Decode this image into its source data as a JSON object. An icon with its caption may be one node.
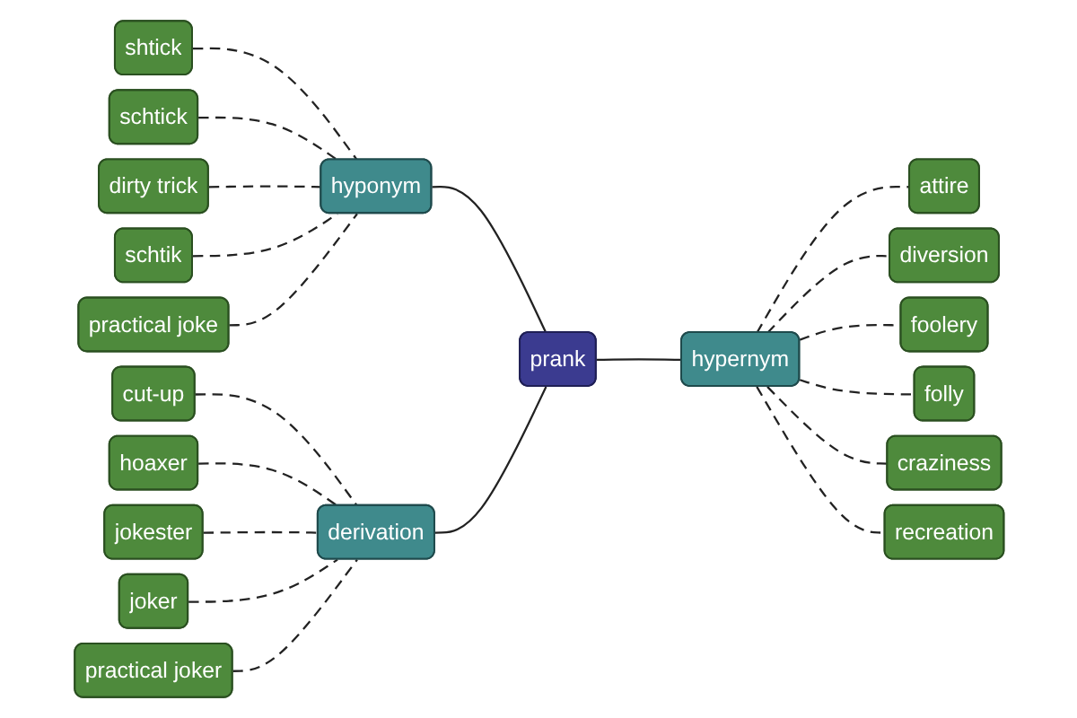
{
  "diagram": {
    "nodes": [
      {
        "text": [
          "prank"
        ]
      },
      {
        "text": [
          "hyponym"
        ]
      },
      {
        "text": [
          "shtick"
        ]
      },
      {
        "text": [
          "schtick"
        ]
      },
      {
        "text": [
          "dirty trick"
        ]
      },
      {
        "text": [
          "schtik"
        ]
      },
      {
        "text": [
          "practical joke"
        ]
      },
      {
        "text": [
          "hypernym"
        ]
      },
      {
        "text": [
          "attire"
        ]
      },
      {
        "text": [
          "diversion"
        ]
      },
      {
        "text": [
          "foolery"
        ]
      },
      {
        "text": [
          "folly"
        ]
      },
      {
        "text": [
          "craziness"
        ]
      },
      {
        "text": [
          "recreation"
        ]
      },
      {
        "text": [
          "derivation"
        ]
      },
      {
        "text": [
          "cut-up"
        ]
      },
      {
        "text": [
          "hoaxer"
        ]
      },
      {
        "text": [
          "jokester"
        ]
      },
      {
        "text": [
          "joker"
        ]
      },
      {
        "text": [
          "practical joker"
        ]
      }
    ],
    "edges": [
      {
        "from": 1,
        "to": 0,
        "arrow": "none"
      },
      {
        "from": 0,
        "to": 7,
        "arrow": "none"
      },
      {
        "from": 14,
        "to": 0,
        "arrow": "none"
      },
      {
        "from": 2,
        "to": 1,
        "arrow": "none",
        "style": "dashed"
      },
      {
        "from": 3,
        "to": 1,
        "arrow": "none",
        "style": "dashed"
      },
      {
        "from": 4,
        "to": 1,
        "arrow": "none",
        "style": "dashed"
      },
      {
        "from": 5,
        "to": 1,
        "arrow": "none",
        "style": "dashed"
      },
      {
        "from": 6,
        "to": 1,
        "arrow": "none",
        "style": "dashed"
      },
      {
        "from": 7,
        "to": 8,
        "arrow": "none",
        "style": "dashed"
      },
      {
        "from": 7,
        "to": 9,
        "arrow": "none",
        "style": "dashed"
      },
      {
        "from": 7,
        "to": 10,
        "arrow": "none",
        "style": "dashed"
      },
      {
        "from": 7,
        "to": 11,
        "arrow": "none",
        "style": "dashed"
      },
      {
        "from": 7,
        "to": 12,
        "arrow": "none",
        "style": "dashed"
      },
      {
        "from": 7,
        "to": 13,
        "arrow": "none",
        "style": "dashed"
      },
      {
        "from": 15,
        "to": 14,
        "arrow": "none",
        "style": "dashed"
      },
      {
        "from": 16,
        "to": 14,
        "arrow": "none",
        "style": "dashed"
      },
      {
        "from": 17,
        "to": 14,
        "arrow": "none",
        "style": "dashed"
      },
      {
        "from": 18,
        "to": 14,
        "arrow": "none",
        "style": "dashed"
      },
      {
        "from": 19,
        "to": 14,
        "arrow": "none",
        "style": "dashed"
      }
    ]
  }
}
